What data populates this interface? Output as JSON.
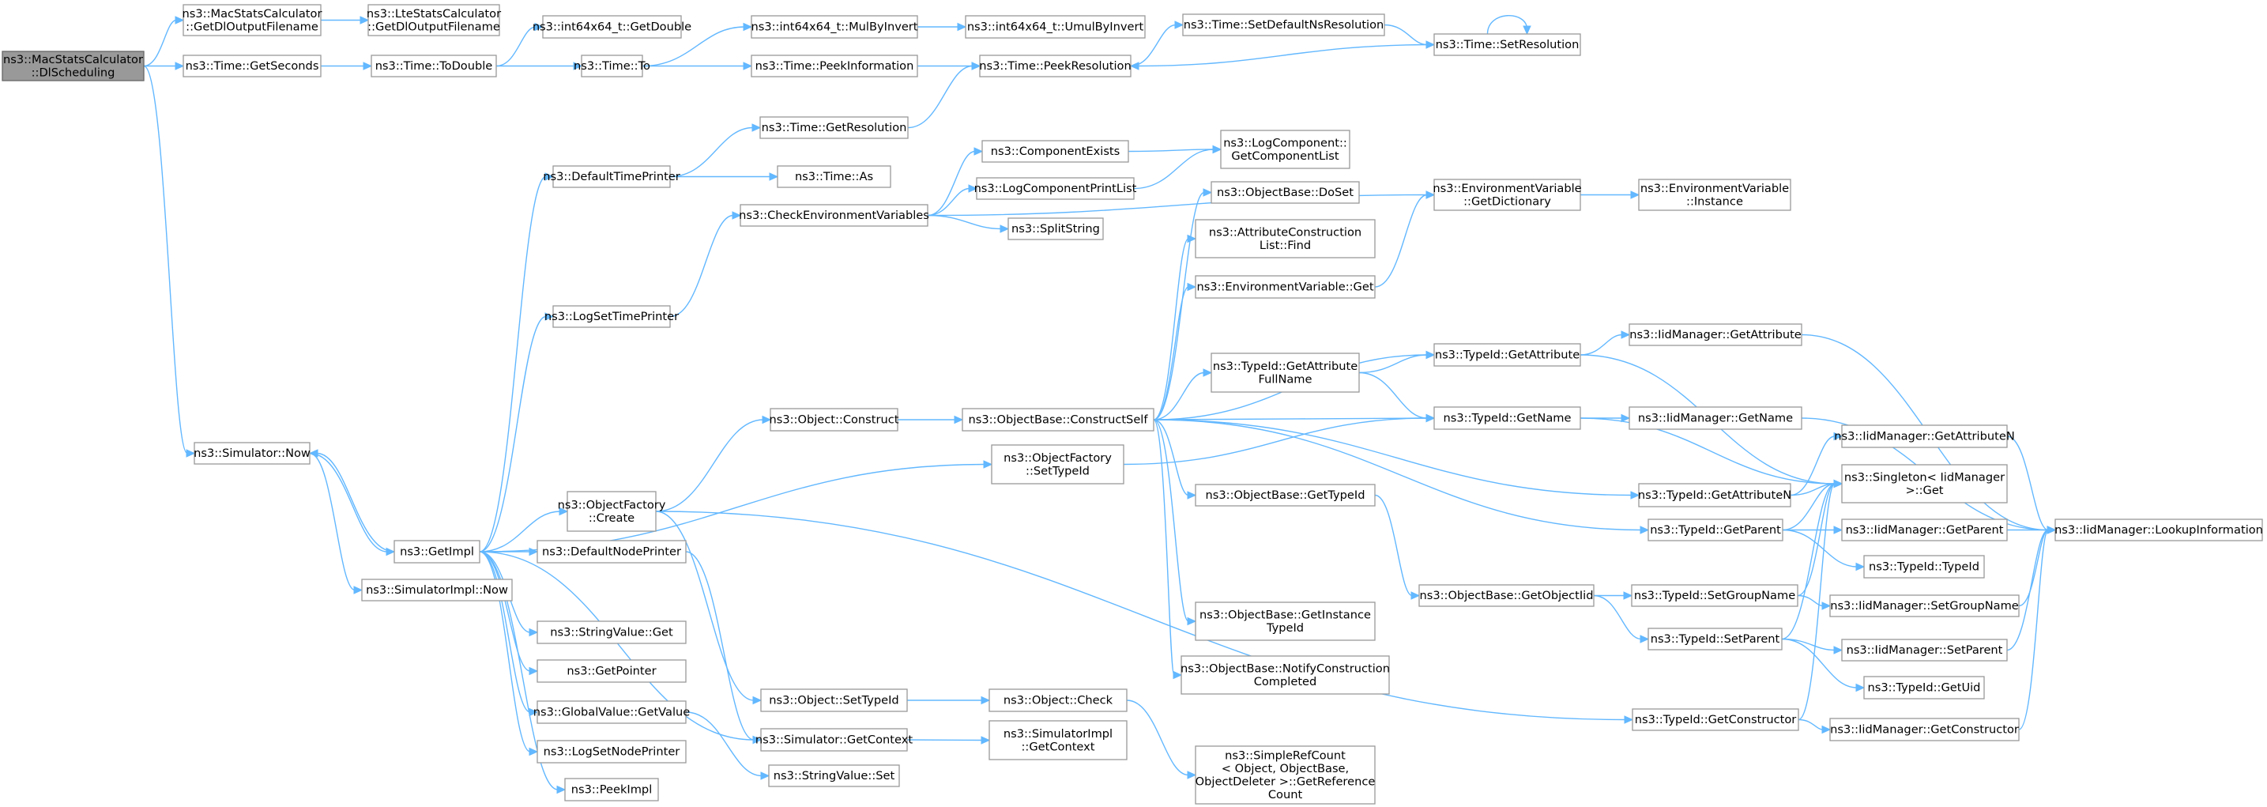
{
  "diagram": {
    "type": "call-graph",
    "colors": {
      "edge": "#63b8ff",
      "node_border": "#999999",
      "root_fill": "#999999",
      "node_fill": "#ffffff"
    },
    "nodes": [
      {
        "id": "n0",
        "lines": [
          "ns3::MacStatsCalculator",
          "::DlScheduling"
        ],
        "root": true
      },
      {
        "id": "n1",
        "lines": [
          "ns3::MacStatsCalculator",
          "::GetDlOutputFilename"
        ]
      },
      {
        "id": "n2",
        "lines": [
          "ns3::LteStatsCalculator",
          "::GetDlOutputFilename"
        ]
      },
      {
        "id": "n3",
        "lines": [
          "ns3::Time::GetSeconds"
        ]
      },
      {
        "id": "n4",
        "lines": [
          "ns3::Time::ToDouble"
        ]
      },
      {
        "id": "n5",
        "lines": [
          "ns3::int64x64_t::GetDouble"
        ]
      },
      {
        "id": "n6",
        "lines": [
          "ns3::Time::To"
        ]
      },
      {
        "id": "n7",
        "lines": [
          "ns3::int64x64_t::MulByInvert"
        ]
      },
      {
        "id": "n8",
        "lines": [
          "ns3::int64x64_t::UmulByInvert"
        ]
      },
      {
        "id": "n9",
        "lines": [
          "ns3::Time::PeekInformation"
        ]
      },
      {
        "id": "n10",
        "lines": [
          "ns3::Time::PeekResolution"
        ]
      },
      {
        "id": "n11",
        "lines": [
          "ns3::Time::SetDefaultNsResolution"
        ]
      },
      {
        "id": "n12",
        "lines": [
          "ns3::Time::SetResolution"
        ]
      },
      {
        "id": "n13",
        "lines": [
          "ns3::Simulator::Now"
        ]
      },
      {
        "id": "n14",
        "lines": [
          "ns3::GetImpl"
        ]
      },
      {
        "id": "n15",
        "lines": [
          "ns3::SimulatorImpl::Now"
        ]
      },
      {
        "id": "n16",
        "lines": [
          "ns3::Time::GetResolution"
        ]
      },
      {
        "id": "n17",
        "lines": [
          "ns3::DefaultTimePrinter"
        ]
      },
      {
        "id": "n18",
        "lines": [
          "ns3::Time::As"
        ]
      },
      {
        "id": "n19",
        "lines": [
          "ns3::LogSetTimePrinter"
        ]
      },
      {
        "id": "n20",
        "lines": [
          "ns3::CheckEnvironmentVariables"
        ]
      },
      {
        "id": "n21",
        "lines": [
          "ns3::ComponentExists"
        ]
      },
      {
        "id": "n22",
        "lines": [
          "ns3::LogComponentPrintList"
        ]
      },
      {
        "id": "n23",
        "lines": [
          "ns3::LogComponent::",
          "GetComponentList"
        ]
      },
      {
        "id": "n24",
        "lines": [
          "ns3::SplitString"
        ]
      },
      {
        "id": "n25",
        "lines": [
          "ns3::EnvironmentVariable",
          "::GetDictionary"
        ]
      },
      {
        "id": "n26",
        "lines": [
          "ns3::EnvironmentVariable",
          "::Instance"
        ]
      },
      {
        "id": "n27",
        "lines": [
          "ns3::ObjectBase::DoSet"
        ]
      },
      {
        "id": "n28",
        "lines": [
          "ns3::AttributeConstruction",
          "List::Find"
        ]
      },
      {
        "id": "n29",
        "lines": [
          "ns3::EnvironmentVariable::Get"
        ]
      },
      {
        "id": "n30",
        "lines": [
          "ns3::Object::Construct"
        ]
      },
      {
        "id": "n31",
        "lines": [
          "ns3::ObjectBase::ConstructSelf"
        ]
      },
      {
        "id": "n32",
        "lines": [
          "ns3::TypeId::GetAttribute",
          "FullName"
        ]
      },
      {
        "id": "n33",
        "lines": [
          "ns3::TypeId::GetAttribute"
        ]
      },
      {
        "id": "n34",
        "lines": [
          "ns3::IidManager::GetAttribute"
        ]
      },
      {
        "id": "n35",
        "lines": [
          "ns3::TypeId::GetName"
        ]
      },
      {
        "id": "n36",
        "lines": [
          "ns3::IidManager::GetName"
        ]
      },
      {
        "id": "n37",
        "lines": [
          "ns3::ObjectFactory",
          "::SetTypeId"
        ]
      },
      {
        "id": "n38",
        "lines": [
          "ns3::ObjectFactory",
          "::Create"
        ]
      },
      {
        "id": "n39",
        "lines": [
          "ns3::IidManager::GetAttributeN"
        ]
      },
      {
        "id": "n40",
        "lines": [
          "ns3::Singleton< IidManager",
          ">::Get"
        ]
      },
      {
        "id": "n41",
        "lines": [
          "ns3::TypeId::GetAttributeN"
        ]
      },
      {
        "id": "n42",
        "lines": [
          "ns3::IidManager::LookupInformation"
        ]
      },
      {
        "id": "n43",
        "lines": [
          "ns3::TypeId::GetParent"
        ]
      },
      {
        "id": "n44",
        "lines": [
          "ns3::IidManager::GetParent"
        ]
      },
      {
        "id": "n45",
        "lines": [
          "ns3::TypeId::TypeId"
        ]
      },
      {
        "id": "n46",
        "lines": [
          "ns3::DefaultNodePrinter"
        ]
      },
      {
        "id": "n47",
        "lines": [
          "ns3::ObjectBase::GetTypeId"
        ]
      },
      {
        "id": "n48",
        "lines": [
          "ns3::ObjectBase::GetObjectIid"
        ]
      },
      {
        "id": "n49",
        "lines": [
          "ns3::TypeId::SetGroupName"
        ]
      },
      {
        "id": "n50",
        "lines": [
          "ns3::IidManager::SetGroupName"
        ]
      },
      {
        "id": "n51",
        "lines": [
          "ns3::ObjectBase::GetInstance",
          "TypeId"
        ]
      },
      {
        "id": "n52",
        "lines": [
          "ns3::TypeId::SetParent"
        ]
      },
      {
        "id": "n53",
        "lines": [
          "ns3::IidManager::SetParent"
        ]
      },
      {
        "id": "n54",
        "lines": [
          "ns3::StringValue::Get"
        ]
      },
      {
        "id": "n55",
        "lines": [
          "ns3::GetPointer"
        ]
      },
      {
        "id": "n56",
        "lines": [
          "ns3::ObjectBase::NotifyConstruction",
          "Completed"
        ]
      },
      {
        "id": "n57",
        "lines": [
          "ns3::TypeId::GetUid"
        ]
      },
      {
        "id": "n58",
        "lines": [
          "ns3::Object::SetTypeId"
        ]
      },
      {
        "id": "n59",
        "lines": [
          "ns3::Object::Check"
        ]
      },
      {
        "id": "n60",
        "lines": [
          "ns3::GlobalValue::GetValue"
        ]
      },
      {
        "id": "n61",
        "lines": [
          "ns3::TypeId::GetConstructor"
        ]
      },
      {
        "id": "n62",
        "lines": [
          "ns3::IidManager::GetConstructor"
        ]
      },
      {
        "id": "n63",
        "lines": [
          "ns3::Simulator::GetContext"
        ]
      },
      {
        "id": "n64",
        "lines": [
          "ns3::SimulatorImpl",
          "::GetContext"
        ]
      },
      {
        "id": "n65",
        "lines": [
          "ns3::LogSetNodePrinter"
        ]
      },
      {
        "id": "n66",
        "lines": [
          "ns3::StringValue::Set"
        ]
      },
      {
        "id": "n67",
        "lines": [
          "ns3::SimpleRefCount",
          "< Object, ObjectBase,",
          "ObjectDeleter >::GetReference",
          "Count"
        ]
      },
      {
        "id": "n68",
        "lines": [
          "ns3::PeekImpl"
        ]
      }
    ],
    "edges": [
      [
        "n0",
        "n1"
      ],
      [
        "n1",
        "n2"
      ],
      [
        "n0",
        "n3"
      ],
      [
        "n3",
        "n4"
      ],
      [
        "n4",
        "n5"
      ],
      [
        "n4",
        "n6"
      ],
      [
        "n6",
        "n7"
      ],
      [
        "n7",
        "n8"
      ],
      [
        "n6",
        "n9"
      ],
      [
        "n9",
        "n10"
      ],
      [
        "n10",
        "n11"
      ],
      [
        "n11",
        "n12"
      ],
      [
        "n12",
        "n10"
      ],
      [
        "n12",
        "n12"
      ],
      [
        "n0",
        "n13"
      ],
      [
        "n13",
        "n14"
      ],
      [
        "n13",
        "n15"
      ],
      [
        "n14",
        "n13"
      ],
      [
        "n14",
        "n17"
      ],
      [
        "n17",
        "n16"
      ],
      [
        "n16",
        "n10"
      ],
      [
        "n17",
        "n18"
      ],
      [
        "n14",
        "n19"
      ],
      [
        "n19",
        "n20"
      ],
      [
        "n20",
        "n21"
      ],
      [
        "n21",
        "n23"
      ],
      [
        "n20",
        "n22"
      ],
      [
        "n22",
        "n23"
      ],
      [
        "n20",
        "n24"
      ],
      [
        "n20",
        "n25"
      ],
      [
        "n25",
        "n26"
      ],
      [
        "n14",
        "n38"
      ],
      [
        "n38",
        "n30"
      ],
      [
        "n30",
        "n31"
      ],
      [
        "n31",
        "n27"
      ],
      [
        "n31",
        "n28"
      ],
      [
        "n31",
        "n29"
      ],
      [
        "n29",
        "n25"
      ],
      [
        "n31",
        "n32"
      ],
      [
        "n32",
        "n33"
      ],
      [
        "n32",
        "n35"
      ],
      [
        "n31",
        "n33"
      ],
      [
        "n33",
        "n34"
      ],
      [
        "n34",
        "n42"
      ],
      [
        "n33",
        "n40"
      ],
      [
        "n31",
        "n35"
      ],
      [
        "n35",
        "n36"
      ],
      [
        "n36",
        "n42"
      ],
      [
        "n35",
        "n40"
      ],
      [
        "n14",
        "n37"
      ],
      [
        "n37",
        "n35"
      ],
      [
        "n31",
        "n41"
      ],
      [
        "n41",
        "n39"
      ],
      [
        "n39",
        "n42"
      ],
      [
        "n41",
        "n40"
      ],
      [
        "n31",
        "n43"
      ],
      [
        "n43",
        "n44"
      ],
      [
        "n44",
        "n42"
      ],
      [
        "n43",
        "n45"
      ],
      [
        "n43",
        "n40"
      ],
      [
        "n31",
        "n47"
      ],
      [
        "n47",
        "n48"
      ],
      [
        "n48",
        "n49"
      ],
      [
        "n49",
        "n50"
      ],
      [
        "n50",
        "n42"
      ],
      [
        "n49",
        "n40"
      ],
      [
        "n48",
        "n52"
      ],
      [
        "n52",
        "n53"
      ],
      [
        "n53",
        "n42"
      ],
      [
        "n52",
        "n57"
      ],
      [
        "n52",
        "n40"
      ],
      [
        "n31",
        "n51"
      ],
      [
        "n31",
        "n56"
      ],
      [
        "n14",
        "n46"
      ],
      [
        "n46",
        "n63"
      ],
      [
        "n14",
        "n54"
      ],
      [
        "n14",
        "n55"
      ],
      [
        "n14",
        "n60"
      ],
      [
        "n60",
        "n66"
      ],
      [
        "n14",
        "n65"
      ],
      [
        "n14",
        "n68"
      ],
      [
        "n14",
        "n63"
      ],
      [
        "n38",
        "n58"
      ],
      [
        "n58",
        "n59"
      ],
      [
        "n59",
        "n67"
      ],
      [
        "n38",
        "n61"
      ],
      [
        "n61",
        "n62"
      ],
      [
        "n62",
        "n42"
      ],
      [
        "n61",
        "n40"
      ],
      [
        "n63",
        "n64"
      ]
    ]
  }
}
